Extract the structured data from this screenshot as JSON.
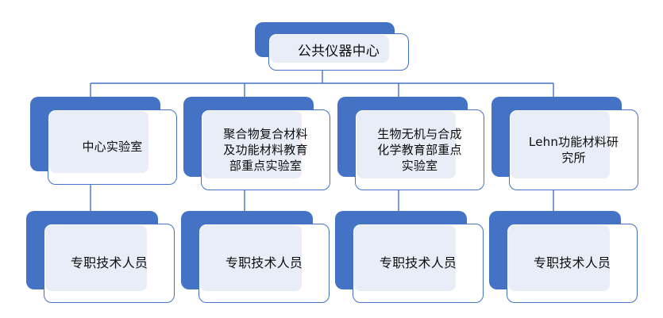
{
  "diagram": {
    "title_text": "",
    "type": "org-chart",
    "colors": {
      "accent": "#4472C4",
      "panel_fill": "#E8EDF7",
      "card_fill": "#FFFFFF",
      "line": "#4472C4",
      "text": "#0D0D0D"
    },
    "nodes": {
      "root": {
        "label": "公共仪器中心"
      },
      "level2": [
        {
          "label": "中心实验室"
        },
        {
          "label": "聚合物复合材料\n及功能材料教育\n部重点实验室"
        },
        {
          "label": "生物无机与合成\n化学教育部重点\n实验室"
        },
        {
          "label": "Lehn功能材料研\n究所"
        }
      ],
      "level3": [
        {
          "label": "专职技术人员"
        },
        {
          "label": "专职技术人员"
        },
        {
          "label": "专职技术人员"
        },
        {
          "label": "专职技术人员"
        }
      ]
    }
  }
}
